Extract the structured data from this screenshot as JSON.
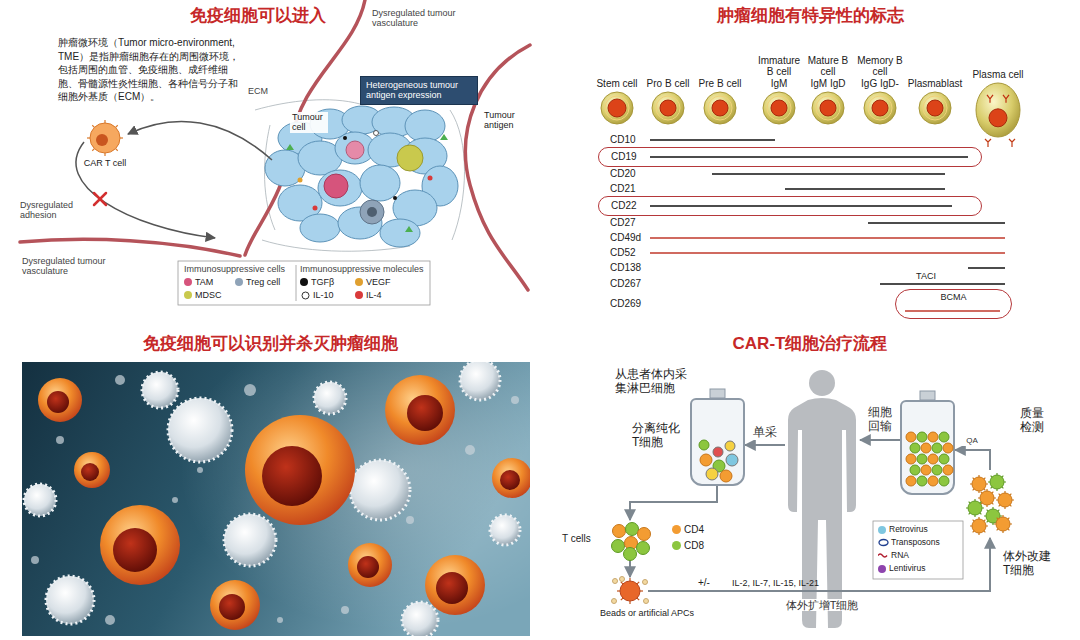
{
  "diagram": {
    "nodes": [
      {
        "text": [
          "CAR T cell"
        ]
      },
      {
        "text": [
          "Heterogeneous tumour antigen expression"
        ]
      },
      {
        "text": [
          "Stem cell"
        ]
      },
      {
        "text": [
          "Pro B cell"
        ]
      },
      {
        "text": [
          "Pre B cell"
        ]
      },
      {
        "text": [
          "Immature B cell",
          "IgM"
        ]
      },
      {
        "text": [
          "Mature B cell",
          "IgM IgD"
        ]
      },
      {
        "text": [
          "Memory B cell",
          "IgG IgD-"
        ]
      },
      {
        "text": [
          "Plasmablast"
        ]
      },
      {
        "text": [
          "Plasma cell"
        ]
      },
      {
        "text": [
          "CD19"
        ]
      },
      {
        "text": [
          "CD22"
        ]
      },
      {
        "text": [
          "BCMA"
        ]
      },
      {
        "text": [
          "从患者体内采集淋巴细胞"
        ]
      },
      {
        "text": [
          "分离纯化T细胞"
        ]
      },
      {
        "text": [
          "质量检测"
        ]
      },
      {
        "text": [
          "T cells"
        ]
      },
      {
        "text": [
          "Beads or artificial APCs"
        ]
      },
      {
        "text": [
          "体外改建T细胞"
        ]
      }
    ],
    "edges": [
      {
        "from": 13,
        "to": 14,
        "arrow": "to",
        "label": "单采"
      },
      {
        "from": 14,
        "to": 16,
        "arrow": "to"
      },
      {
        "from": 16,
        "to": 17,
        "arrow": "to"
      },
      {
        "from": 17,
        "to": 18,
        "arrow": "to",
        "label": "体外扩增T细胞"
      },
      {
        "from": 18,
        "to": 15,
        "arrow": "to",
        "label": "QA"
      },
      {
        "from": 15,
        "to": 13,
        "arrow": "to",
        "label": "细胞回输"
      }
    ],
    "labels": [
      "免疫细胞可以进入",
      "肿瘤微环境（Tumor micro-environment, TME）是指肿瘤细胞存在的周围微环境，包括周围的血管、免疫细胞、成纤维细胞、骨髓源性炎性细胞、各种信号分子和细胞外基质（ECM）。",
      "Dysregulated tumour vasculature",
      "ECM",
      "Tumour cell",
      "Tumour antigen",
      "Dysregulated adhesion",
      "Dysregulated tumour vasculature",
      "Immunosuppressive cells",
      "Immunosuppressive molecules",
      "肿瘤细胞有特异性的标志",
      "CD10",
      "CD20",
      "CD21",
      "CD27",
      "CD49d",
      "CD52",
      "CD138",
      "CD267",
      "CD269",
      "TACI",
      "免疫细胞可以识别并杀灭肿瘤细胞",
      "CAR-T细胞治疗流程",
      "+/-",
      "IL-2, IL-7, IL-15, IL-21"
    ],
    "legend": [
      {
        "text": "TAM",
        "color": "#d6547c"
      },
      {
        "text": "Treg cell",
        "color": "#8fa3b8"
      },
      {
        "text": "MDSC",
        "color": "#c9c94d"
      },
      {
        "text": "TGFβ",
        "color": "#111111"
      },
      {
        "text": "VEGF",
        "color": "#e0a030"
      },
      {
        "text": "IL-10"
      },
      {
        "text": "IL-4",
        "color": "#d93a3a"
      },
      {
        "text": "CD4",
        "color": "#f39c32"
      },
      {
        "text": "CD8",
        "color": "#8cc63f"
      },
      {
        "text": "Retrovirus",
        "color": "#7fc7e0"
      },
      {
        "text": "Transposons"
      },
      {
        "text": "RNA"
      },
      {
        "text": "Lentivirus",
        "color": "#8e44ad"
      }
    ]
  }
}
